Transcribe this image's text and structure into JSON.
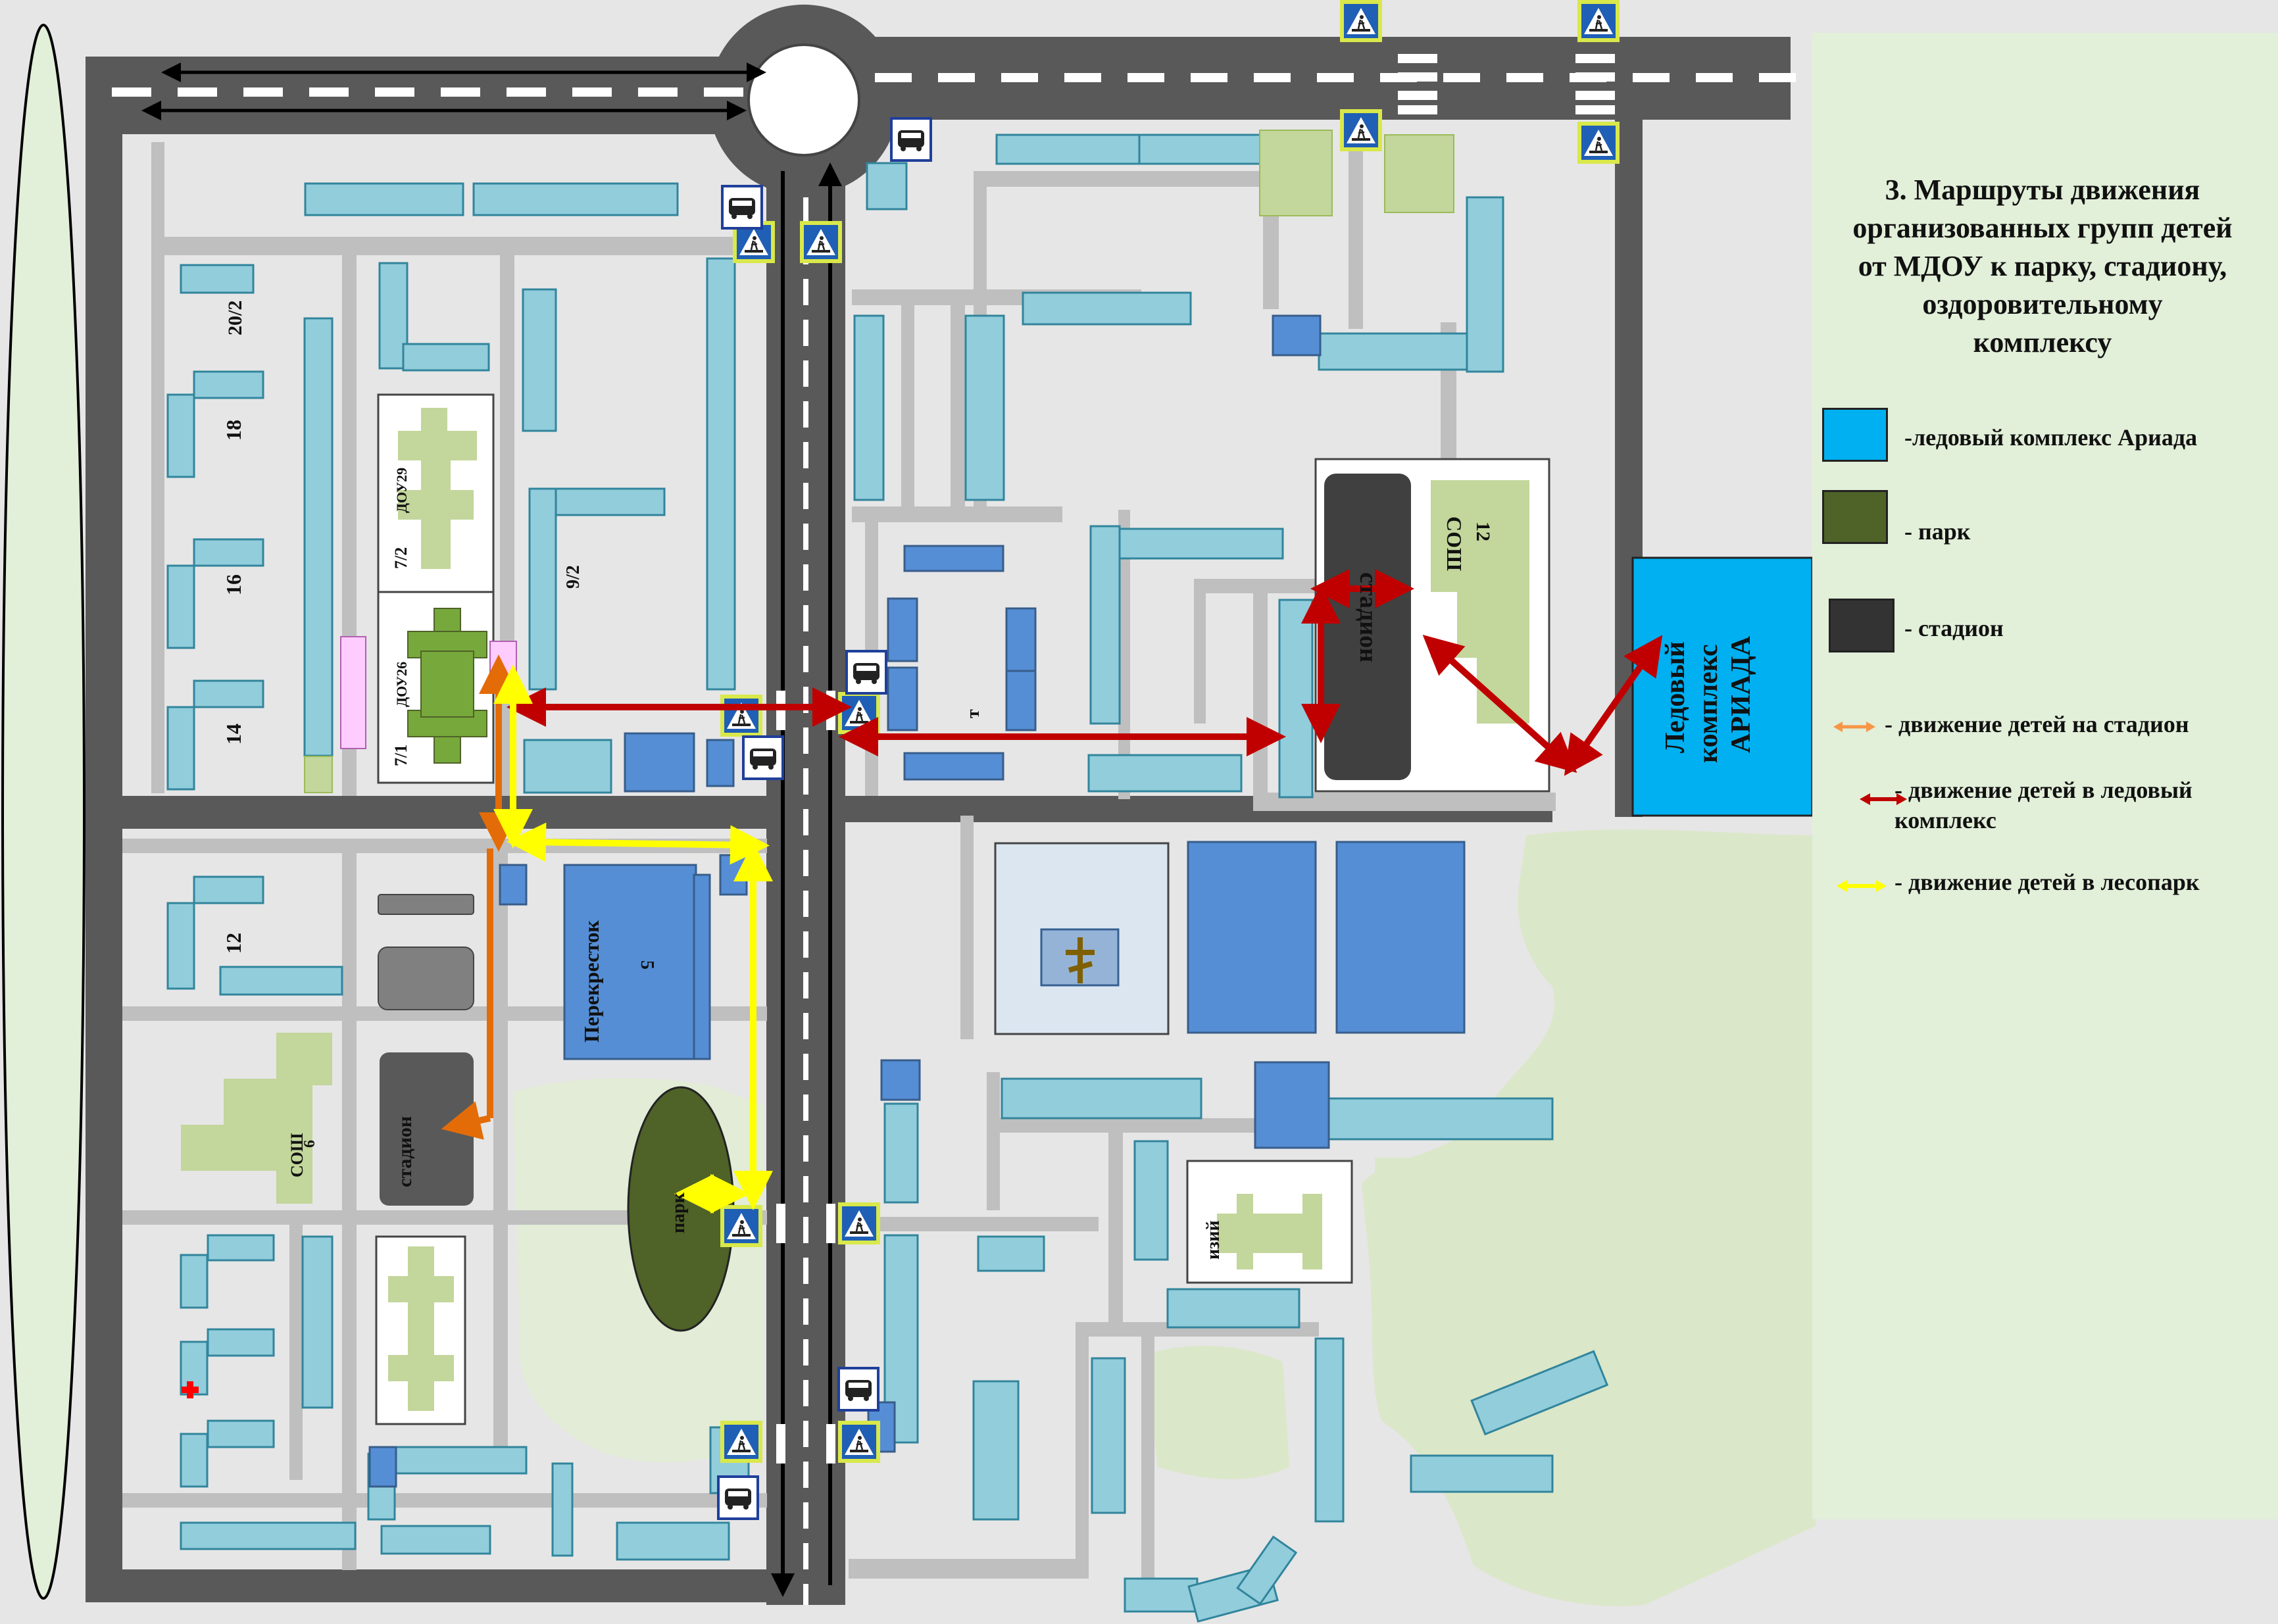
{
  "legend": {
    "title": "3. Маршруты движения\nорганизованных групп детей\nот МДОУ к парку, стадиону,\nоздоровительному\nкомплексу",
    "items": [
      {
        "color": "#00b0f0",
        "label": "-ледовый комплекс Ариада"
      },
      {
        "color": "#4f6228",
        "label": "- парк"
      },
      {
        "color": "#333333",
        "label": "- стадион"
      },
      {
        "color": "#f79646",
        "label": "- движение детей на стадион"
      },
      {
        "color": "#c00000",
        "label": "- движение детей в ледовый\n  комплекс"
      },
      {
        "color": "#ffff00",
        "label": "- движение детей в лесопарк"
      }
    ]
  },
  "labels": {
    "b20_2": "20/2",
    "b18": "18",
    "b16": "16",
    "b14": "14",
    "b12": "12",
    "dou29": "ДОУ29",
    "b7_2": "7/2",
    "dou26": "ДОУ26",
    "b7_1": "7/1",
    "b9_2": "9/2",
    "t": "т",
    "perekrestok": "Перекресток",
    "perekrestok_num": "5",
    "stadium_left": "стадион",
    "sosh6": "СОШ",
    "sosh6_num": "6",
    "park": "парк",
    "stadium_right": "стадион",
    "sosh12": "СОШ",
    "sosh12_num": "12",
    "ice_line1": "Ледовый",
    "ice_line2": "комплекс",
    "ice_line3": "АРИАДА",
    "izii": "изий"
  },
  "colors": {
    "road": "#595959",
    "building": "#92cddc",
    "building_dark": "#558ed5",
    "path": "#bfbfbf",
    "green": "#c3d69b",
    "forest": "#dbe7c9",
    "ice": "#00b0f0",
    "stadium": "#595959",
    "park": "#4f6228",
    "route_stadium": "#e36c09",
    "route_ice": "#c00000",
    "route_park": "#ffff00"
  },
  "icons": [
    "pedestrian-crossing-icon",
    "bus-stop-icon",
    "cross-icon",
    "red-cross-icon"
  ]
}
